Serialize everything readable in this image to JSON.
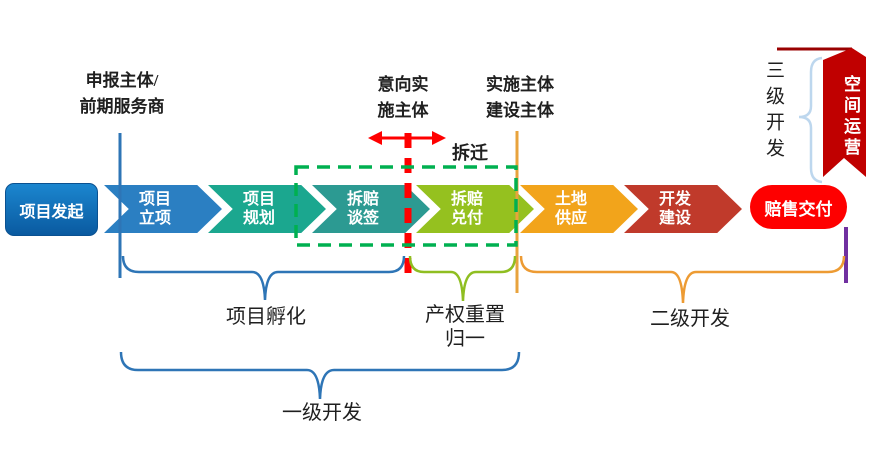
{
  "flow": {
    "start_label": "项目发起",
    "steps": [
      {
        "label": "项目\n立项"
      },
      {
        "label": "项目\n规划"
      },
      {
        "label": "拆赔\n谈签"
      },
      {
        "label": "拆赔\n兑付"
      },
      {
        "label": "土地\n供应"
      },
      {
        "label": "开发\n建设"
      }
    ],
    "end_label": "赔售交付"
  },
  "top_labels": {
    "applicant": "申报主体/\n前期服务商",
    "intended_entity": "意向实\n施主体",
    "implement_entity": "实施主体\n建设主体",
    "demolition": "拆迁"
  },
  "right_labels": {
    "tertiary_development": "三级开发",
    "banner": "空间运营"
  },
  "phase_labels": {
    "incubation": "项目孵化",
    "property_reset": "产权重置\n归一",
    "secondary_development": "二级开发",
    "primary_development": "一级开发"
  },
  "palette": {
    "start_box_top": "#1B86CF",
    "start_box_bottom": "#0A5AA0",
    "step_establish": "#2B7FC2",
    "step_planning": "#1BA78F",
    "step_negotiate": "#2C9A92",
    "step_payment": "#95C11F",
    "step_land_supply": "#F2A41B",
    "step_construction": "#C03A2B",
    "end_box": "#FE0000",
    "banner_red": "#C00000",
    "banner_top_line": "#990000",
    "green_dashed_frame": "#00B050",
    "red_dashed_line": "#FF0000",
    "blue_line_brace": "#2E75B6",
    "orange_line_brace": "#ED9B33",
    "yellowgreen_brace": "#8FBE21",
    "purple_line": "#7030A0",
    "lightblue_brace": "#BDD7EE"
  }
}
